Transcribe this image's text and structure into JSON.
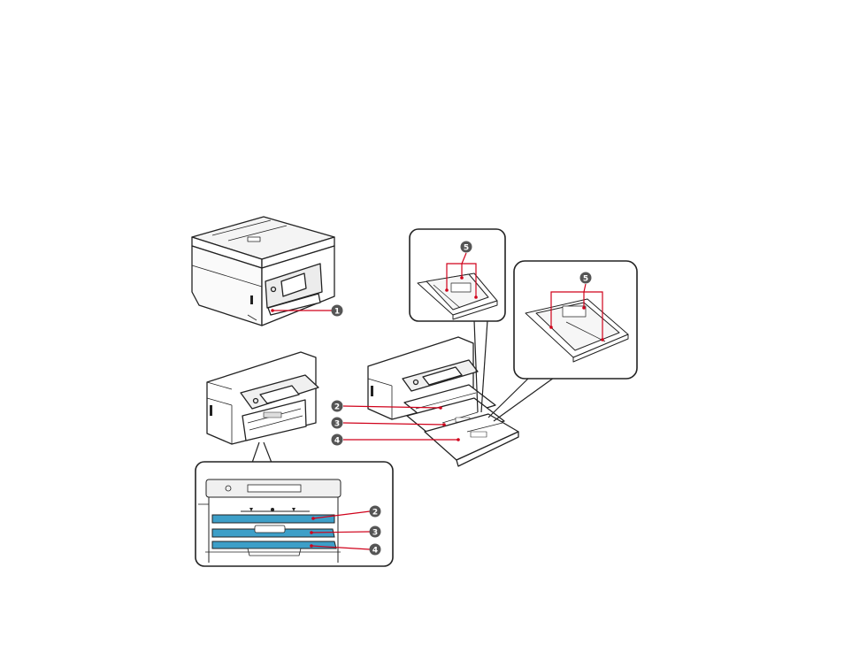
{
  "figure": {
    "callouts": {
      "c1": "1",
      "c2_tray_view": "2",
      "c3_tray_view": "3",
      "c4_tray_view": "4",
      "c2_front_view": "2",
      "c3_front_view": "3",
      "c4_front_view": "4",
      "c5_small_cassette": "5",
      "c5_large_cassette": "5"
    },
    "colors": {
      "callout_badge": "#555555",
      "leader_line": "#d0021b",
      "printer_line": "#222222",
      "cassette_highlight": "#3d9fc8",
      "background": "#ffffff"
    }
  }
}
